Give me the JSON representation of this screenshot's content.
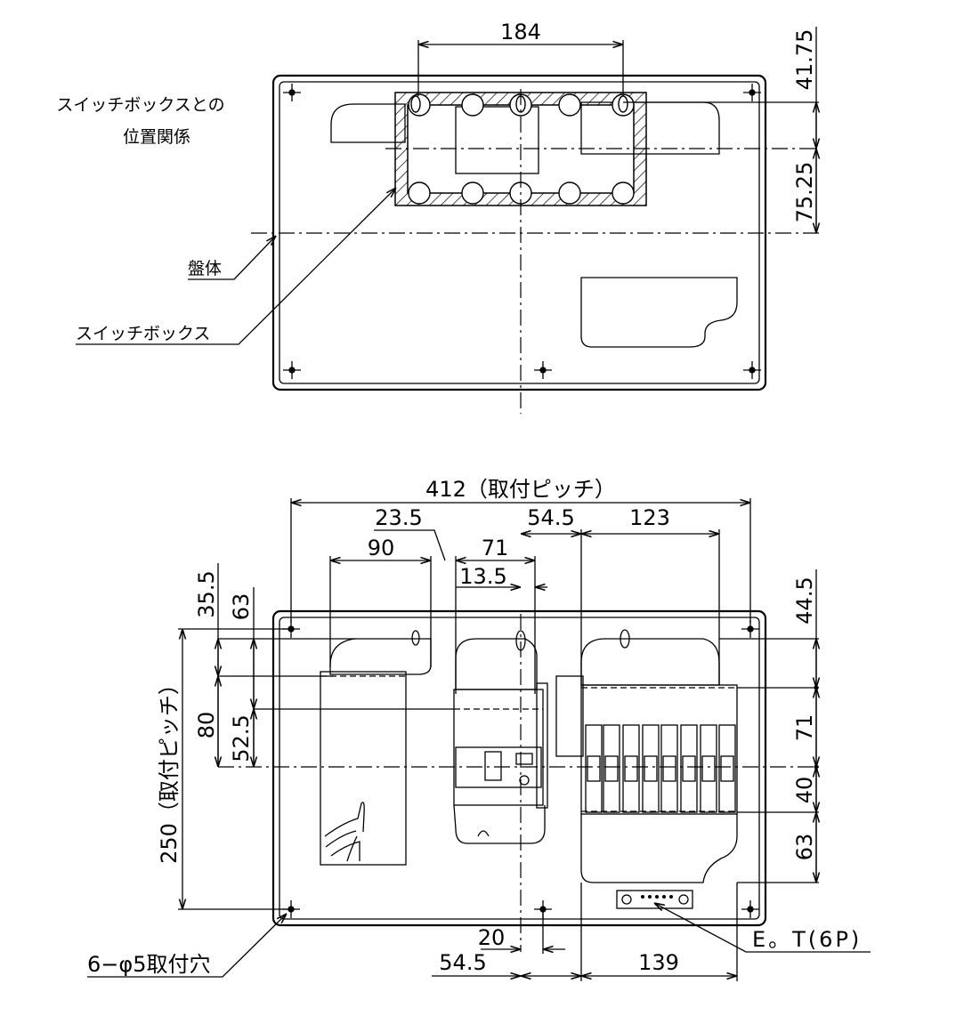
{
  "top_view": {
    "dim_top": "184",
    "dim_right_1": "41.75",
    "dim_right_2": "75.25",
    "caption_line1": "スイッチボックスとの",
    "caption_line2": "位置関係",
    "label_panel": "盤体",
    "label_switchbox": "スイッチボックス"
  },
  "front_view": {
    "dim_pitch_h": "412（取付ピッチ）",
    "dim_23_5": "23.5",
    "dim_90": "90",
    "dim_71_top": "71",
    "dim_13_5": "13.5",
    "dim_54_5_top": "54.5",
    "dim_123": "123",
    "dim_35_5": "35.5",
    "dim_63_left": "63",
    "dim_80": "80",
    "dim_52_5": "52.5",
    "dim_pitch_v": "250（取付ピッチ）",
    "dim_44_5": "44.5",
    "dim_71_right": "71",
    "dim_40": "40",
    "dim_63_right": "63",
    "dim_20": "20",
    "dim_54_5_bottom": "54.5",
    "dim_139": "139",
    "label_et": "E。T(6P)",
    "label_holes": "6−φ5取付穴"
  }
}
